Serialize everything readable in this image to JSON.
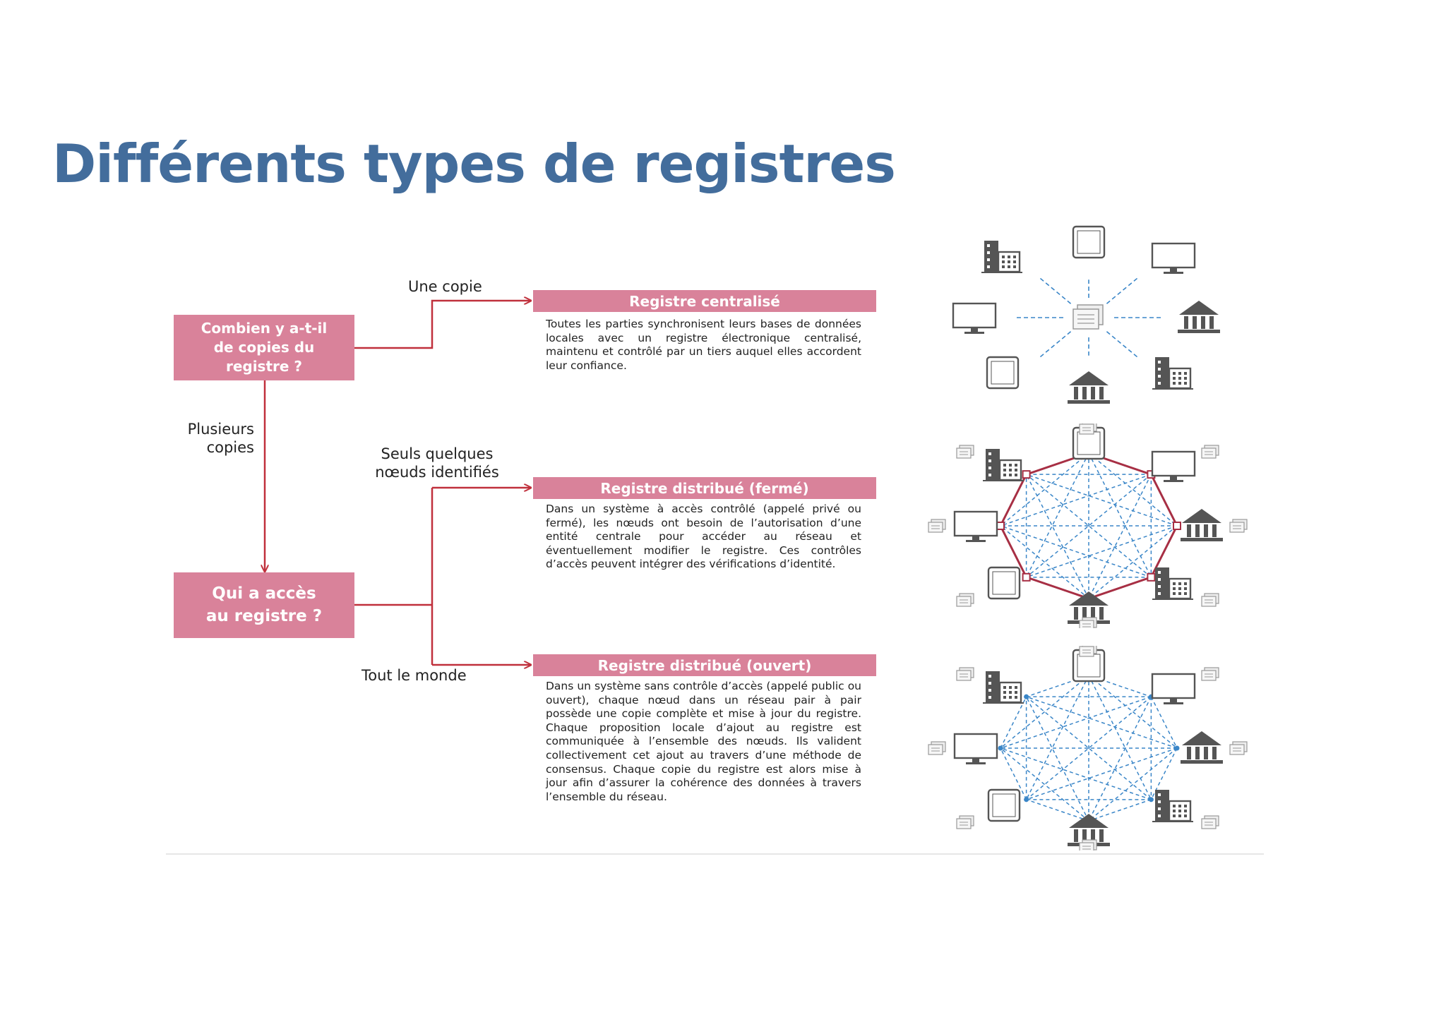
{
  "title": "Différents types de registres",
  "questions": {
    "q1": "Combien y a-t-il\nde copies du\nregistre ?",
    "q2": "Qui a accès\nau registre ?"
  },
  "branches": {
    "one_copy": "Une copie",
    "several_copies": "Plusieurs\ncopies",
    "few_nodes": "Seuls quelques\nnœuds identifiés",
    "everyone": "Tout le monde"
  },
  "registers": [
    {
      "name": "Registre centralisé",
      "description": "Toutes les parties synchronisent leurs bases de données locales avec un registre électronique centralisé, maintenu et contrôlé par un tiers auquel elles accordent leur confiance."
    },
    {
      "name": "Registre distribué (fermé)",
      "description": "Dans un système à accès contrôlé (appelé privé ou fermé), les nœuds ont besoin de l’autorisation d’une entité centrale pour accéder au réseau et éventuellement modifier le registre. Ces contrôles d’accès peuvent intégrer des vérifications d’identité."
    },
    {
      "name": "Registre distribué (ouvert)",
      "description": "Dans un système sans contrôle d’accès (appelé public ou ouvert), chaque nœud dans un réseau pair à pair possède une copie complète et mise à jour du registre. Chaque proposition locale d’ajout au registre est communiquée à l’ensemble des nœuds. Ils valident collectivement cet ajout au travers d’une méthode de consensus. Chaque copie du registre est alors mise à jour afin d’assurer la cohérence des données à travers l’ensemble du réseau."
    }
  ],
  "colors": {
    "title": "#436d9c",
    "pink_box": "#d9829a",
    "arrow_red": "#c0303c",
    "net_blue": "#3a86c8",
    "ring_red": "#a72f44",
    "icon_gray": "#555555"
  },
  "network_nodes": [
    "office-building",
    "tablet",
    "computer",
    "bank",
    "office-building",
    "bank",
    "tablet",
    "computer"
  ]
}
